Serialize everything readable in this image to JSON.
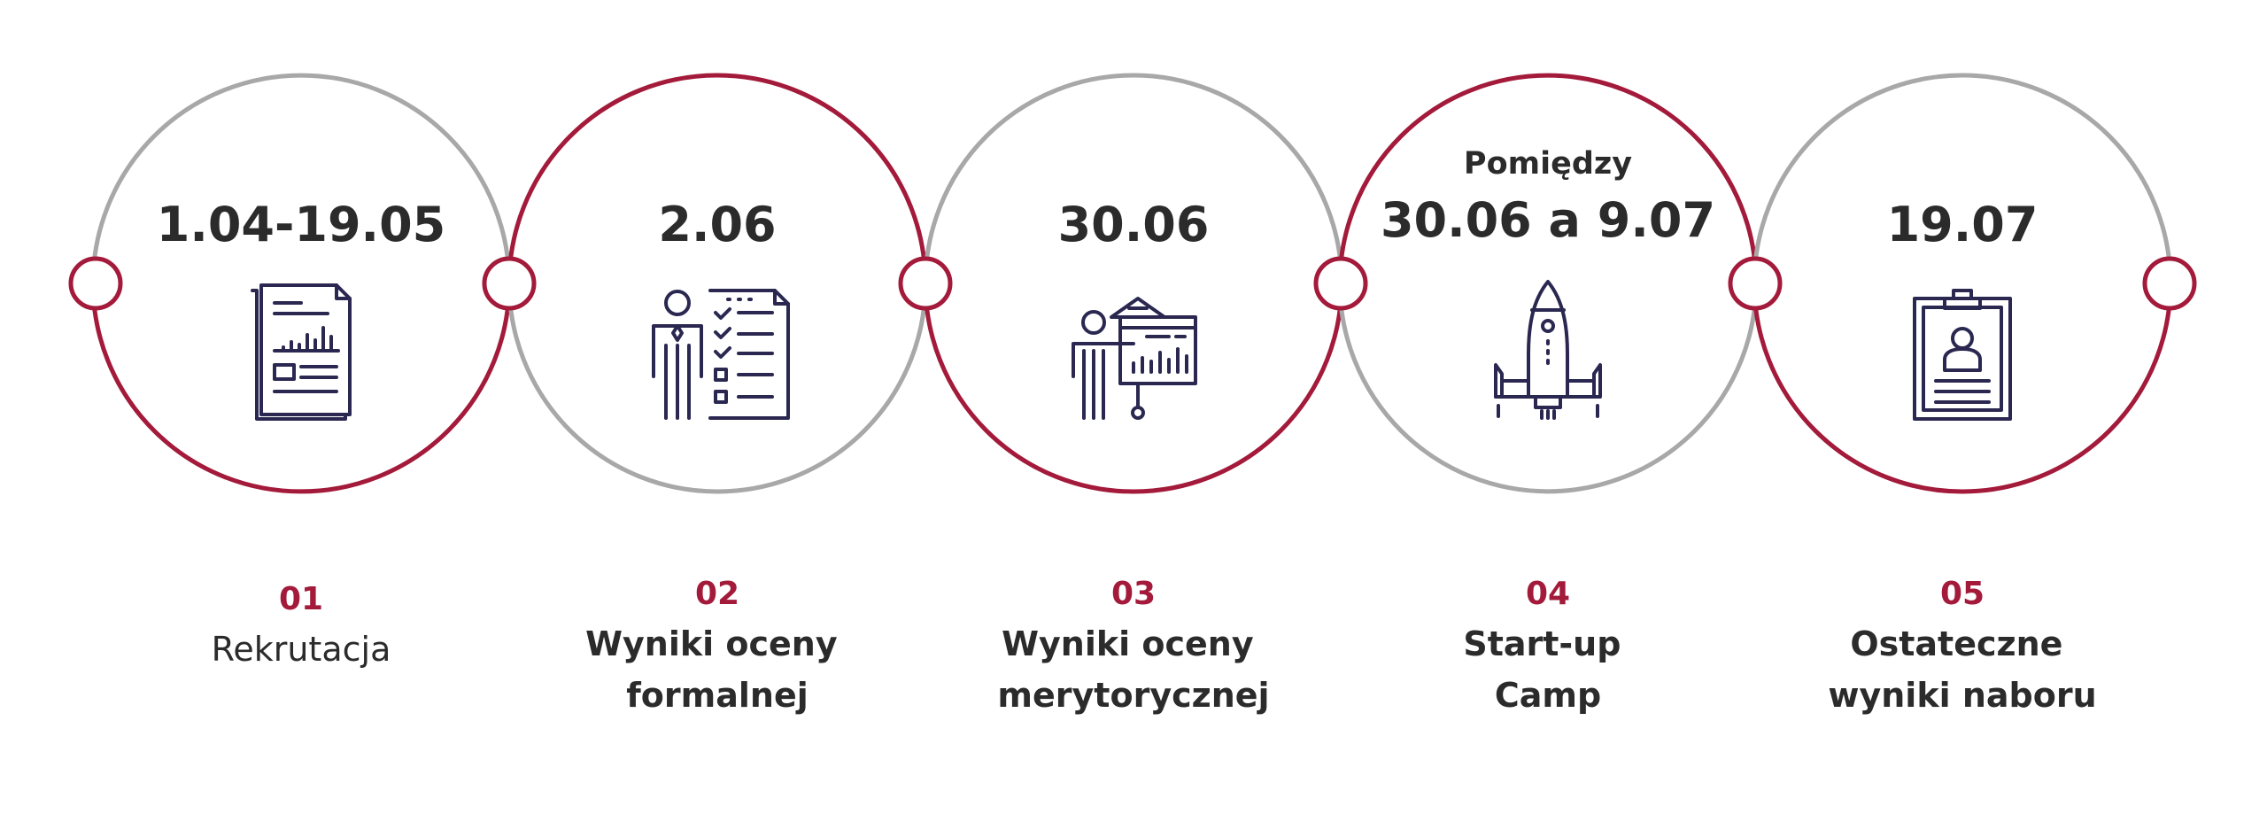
{
  "colors": {
    "accent": "#a31a3a",
    "gray": "#a8a8a8",
    "icon": "#2a2850",
    "text": "#2b2b2b"
  },
  "steps": [
    {
      "number": "01",
      "date_pre": "",
      "date": "1.04-19.05",
      "label": [
        "Rekrutacja"
      ],
      "label_bold": false,
      "icon": "document-chart-icon",
      "ring": "bottom"
    },
    {
      "number": "02",
      "date_pre": "",
      "date": "2.06",
      "label": [
        "Wyniki oceny",
        "formalnej"
      ],
      "label_bold": true,
      "icon": "person-checklist-icon",
      "ring": "top"
    },
    {
      "number": "03",
      "date_pre": "",
      "date": "30.06",
      "label": [
        "Wyniki oceny",
        "merytorycznej"
      ],
      "label_bold": true,
      "icon": "presentation-icon",
      "ring": "bottom"
    },
    {
      "number": "04",
      "date_pre": "Pomiędzy",
      "date": "30.06 a 9.07",
      "label": [
        "Start-up",
        "Camp"
      ],
      "label_bold": true,
      "icon": "rocket-icon",
      "ring": "top"
    },
    {
      "number": "05",
      "date_pre": "",
      "date": "19.07",
      "label": [
        "Ostateczne",
        "wyniki naboru"
      ],
      "label_bold": true,
      "icon": "clipboard-profile-icon",
      "ring": "bottom"
    }
  ]
}
